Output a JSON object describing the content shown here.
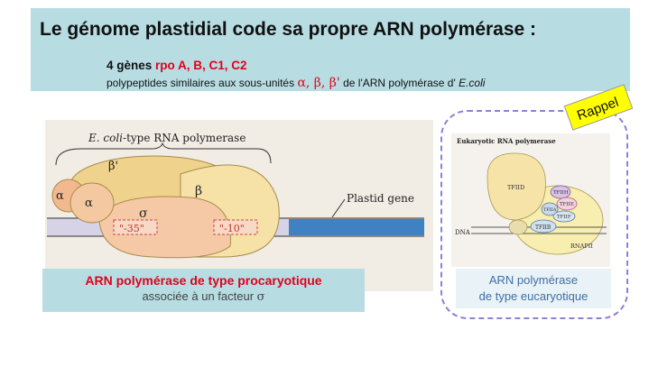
{
  "header": {
    "title": "Le génome plastidial code sa propre ARN polymérase :",
    "genes_prefix": "4 gènes",
    "genes_list": "rpo A, B, C1, C2",
    "poly_prefix": "polypeptides similaires aux sous-unités",
    "poly_greek": "α, β, β'",
    "poly_middle": "de l'ARN polymérase d'",
    "poly_species": "E.coli"
  },
  "prokaryotic_diagram": {
    "title_italic": "E. coli",
    "title_rest": "-type RNA polymerase",
    "label_beta_prime": "β'",
    "label_alpha1": "α",
    "label_alpha2": "α",
    "label_sigma": "σ",
    "label_beta": "β",
    "box_minus35": "\"-35\"",
    "box_minus10": "\"-10\"",
    "plastid_gene_label": "Plastid gene"
  },
  "prokaryotic_caption": {
    "line1": "ARN polymérase de type procaryotique",
    "line2_prefix": "associée à un facteur",
    "line2_greek": "σ"
  },
  "eukaryotic_diagram": {
    "title": "Eukaryotic RNA polymerase",
    "tfiid": "TFIID",
    "tfiih": "TFIIH",
    "tfiie": "TFIIE",
    "tfiif": "TFIIF",
    "tfiia": "TFIIA",
    "tfiib": "TFIIB",
    "rnapii": "RNAPII",
    "dna": "DNA"
  },
  "eukaryotic_caption": {
    "line1": "ARN polymérase",
    "line2": "de type eucaryotique"
  },
  "rappel_tag": "Rappel",
  "colors": {
    "teal_box": "#b7dde3",
    "red_accent": "#e3001b",
    "dashed_frame": "#8a82d4",
    "tag_yellow": "#ffff00",
    "caption_blue": "#3f6ea9"
  }
}
